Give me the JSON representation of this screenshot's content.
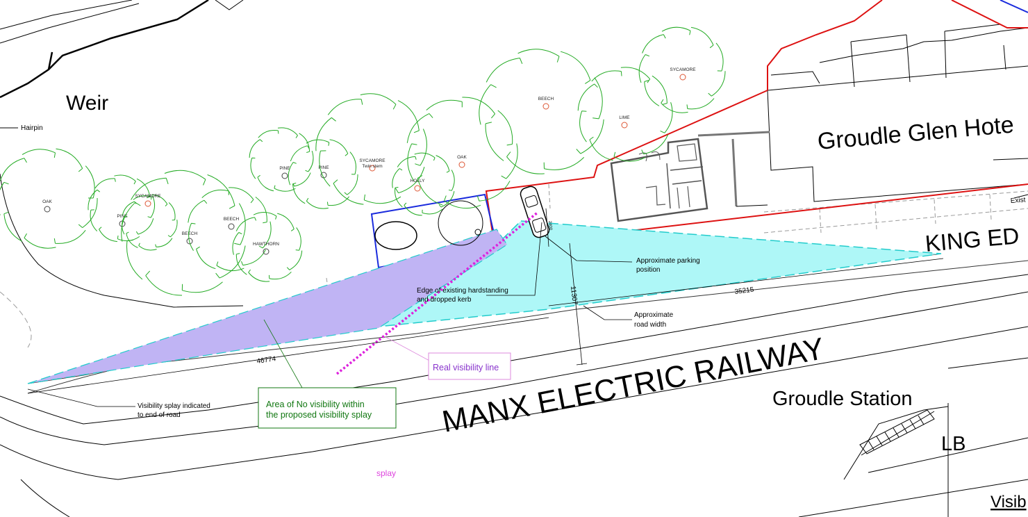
{
  "place_labels": {
    "weir": "Weir",
    "hotel": "Groudle Glen Hote",
    "king_ed": "KING ED",
    "railway": "MANX ELECTRIC RAILWAY",
    "station": "Groudle Station",
    "lb": "LB",
    "visib": "Visib",
    "exist": "Exist"
  },
  "annotations": {
    "hairpin": "Hairpin",
    "parking_1": "Approximate parking",
    "parking_2": "position",
    "edge_1": "Edge of existing hardstanding",
    "edge_2": "and dropped kerb",
    "road_1": "Approximate",
    "road_2": "road width",
    "splay_1": "Visibility splay indicated",
    "splay_2": "to end of road",
    "novis_1": "Area of No visibility within",
    "novis_2": "the proposed visibility splay",
    "real_vis": "Real visibility line",
    "splay": "splay"
  },
  "dimensions": {
    "d_46774": "46774",
    "d_35215": "35215",
    "d_11307": "11307",
    "d_car": "2400"
  },
  "trees": [
    {
      "name": "OAK"
    },
    {
      "name": "PINE"
    },
    {
      "name": "SYCAMORE"
    },
    {
      "name": "BEECH"
    },
    {
      "name": "BEECH"
    },
    {
      "name": "HAWTHORN"
    },
    {
      "name": "PINE"
    },
    {
      "name": "PINE"
    },
    {
      "name": "SYCAMORE"
    },
    {
      "name": "Twin stem"
    },
    {
      "name": "HOLLY"
    },
    {
      "name": "OAK"
    },
    {
      "name": "BEECH"
    },
    {
      "name": "LIME"
    },
    {
      "name": "SYCAMORE"
    }
  ],
  "colors": {
    "tree": "#22aa22",
    "boundary_red": "#dd1111",
    "boundary_blue": "#1a2bdd",
    "cyan_fill": "#aef7f7",
    "cyan_edge": "#22cccc",
    "purple_fill": "#c0b4f4",
    "real_line": "#dd22dd",
    "green_text": "#117711",
    "purple_text": "#8833cc"
  }
}
